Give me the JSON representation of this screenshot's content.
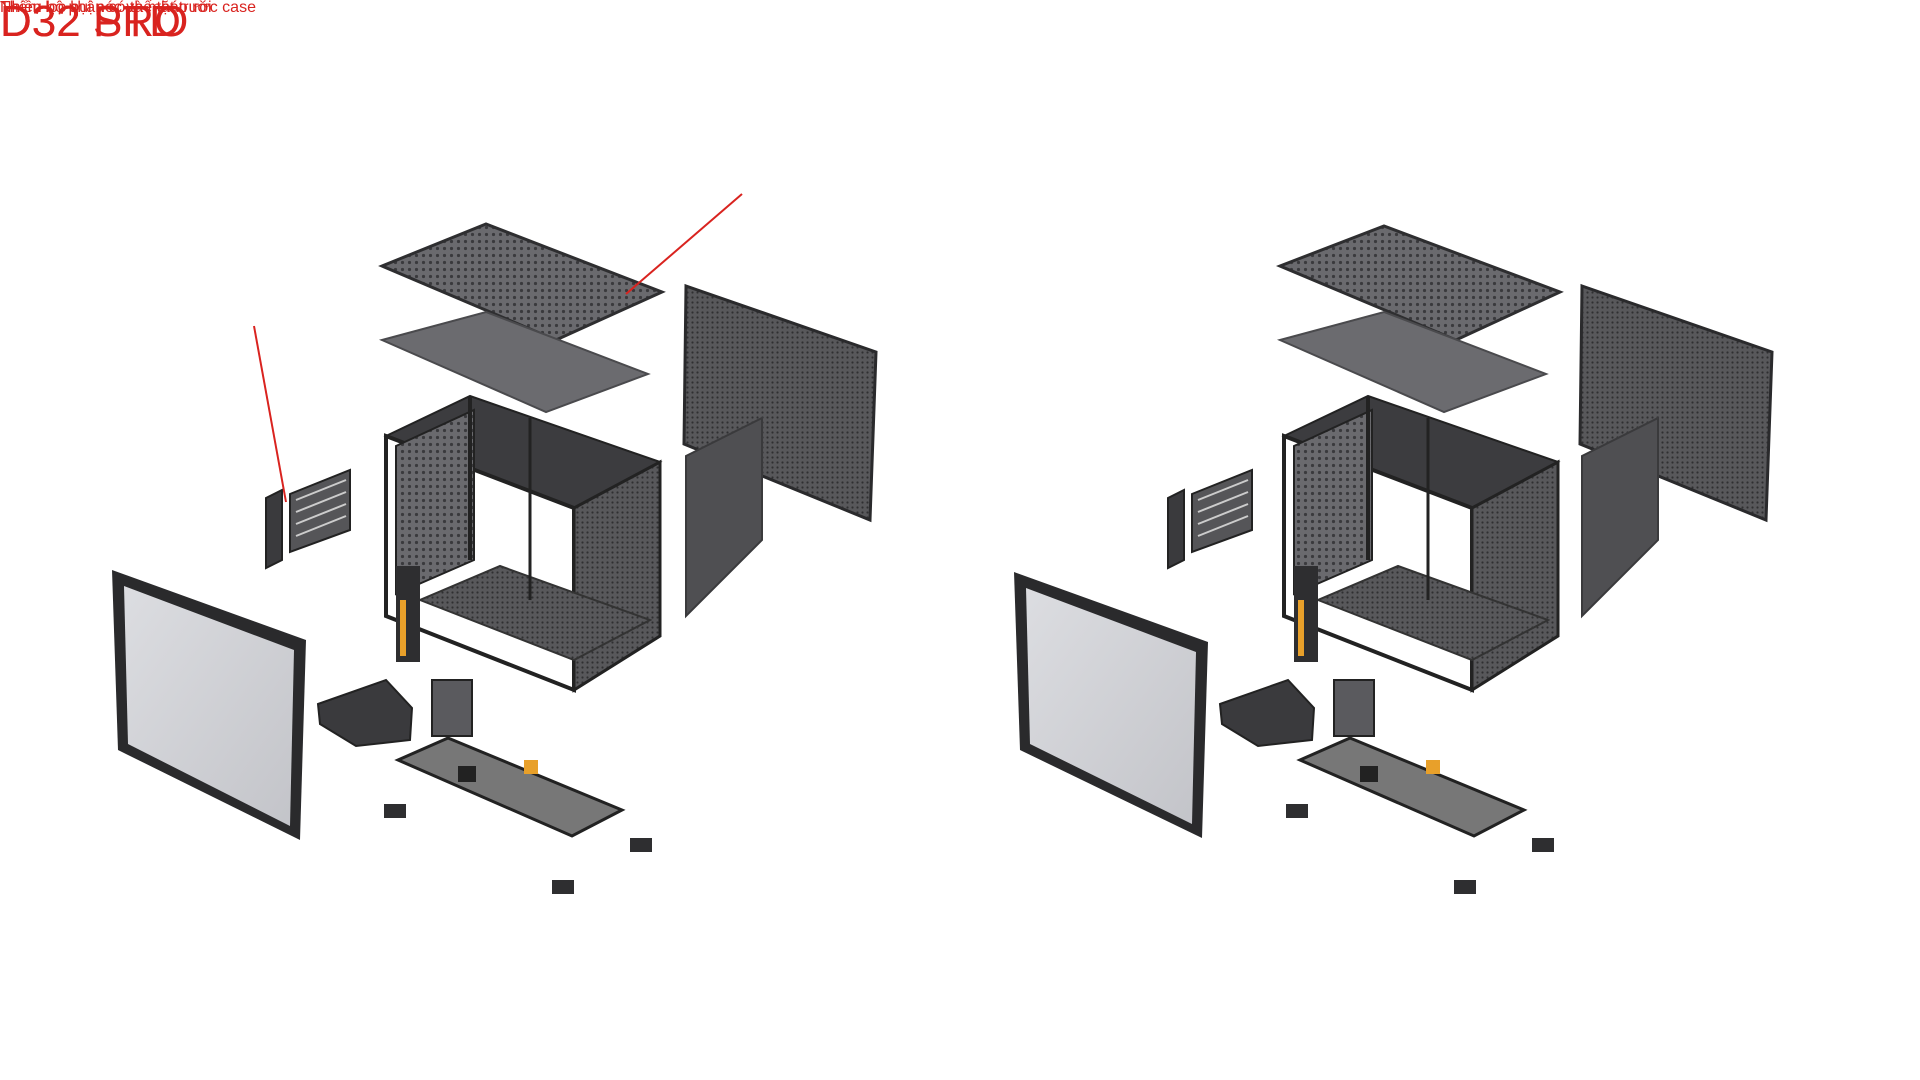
{
  "titles": {
    "pro": "D32 PRO",
    "std": "D32 STD"
  },
  "callouts": {
    "dust_filter": "Thêm lọc bụi nóc và mặt trước case",
    "removable_parts": "Nhiều bộ phận có thể tháo rời"
  },
  "colors": {
    "label_red": "#d9231f",
    "frame_dark": "#2e2e30",
    "mesh_grey": "#5a5a5d",
    "glass": "#cfd0d4",
    "accent_orange": "#e8a02a"
  }
}
